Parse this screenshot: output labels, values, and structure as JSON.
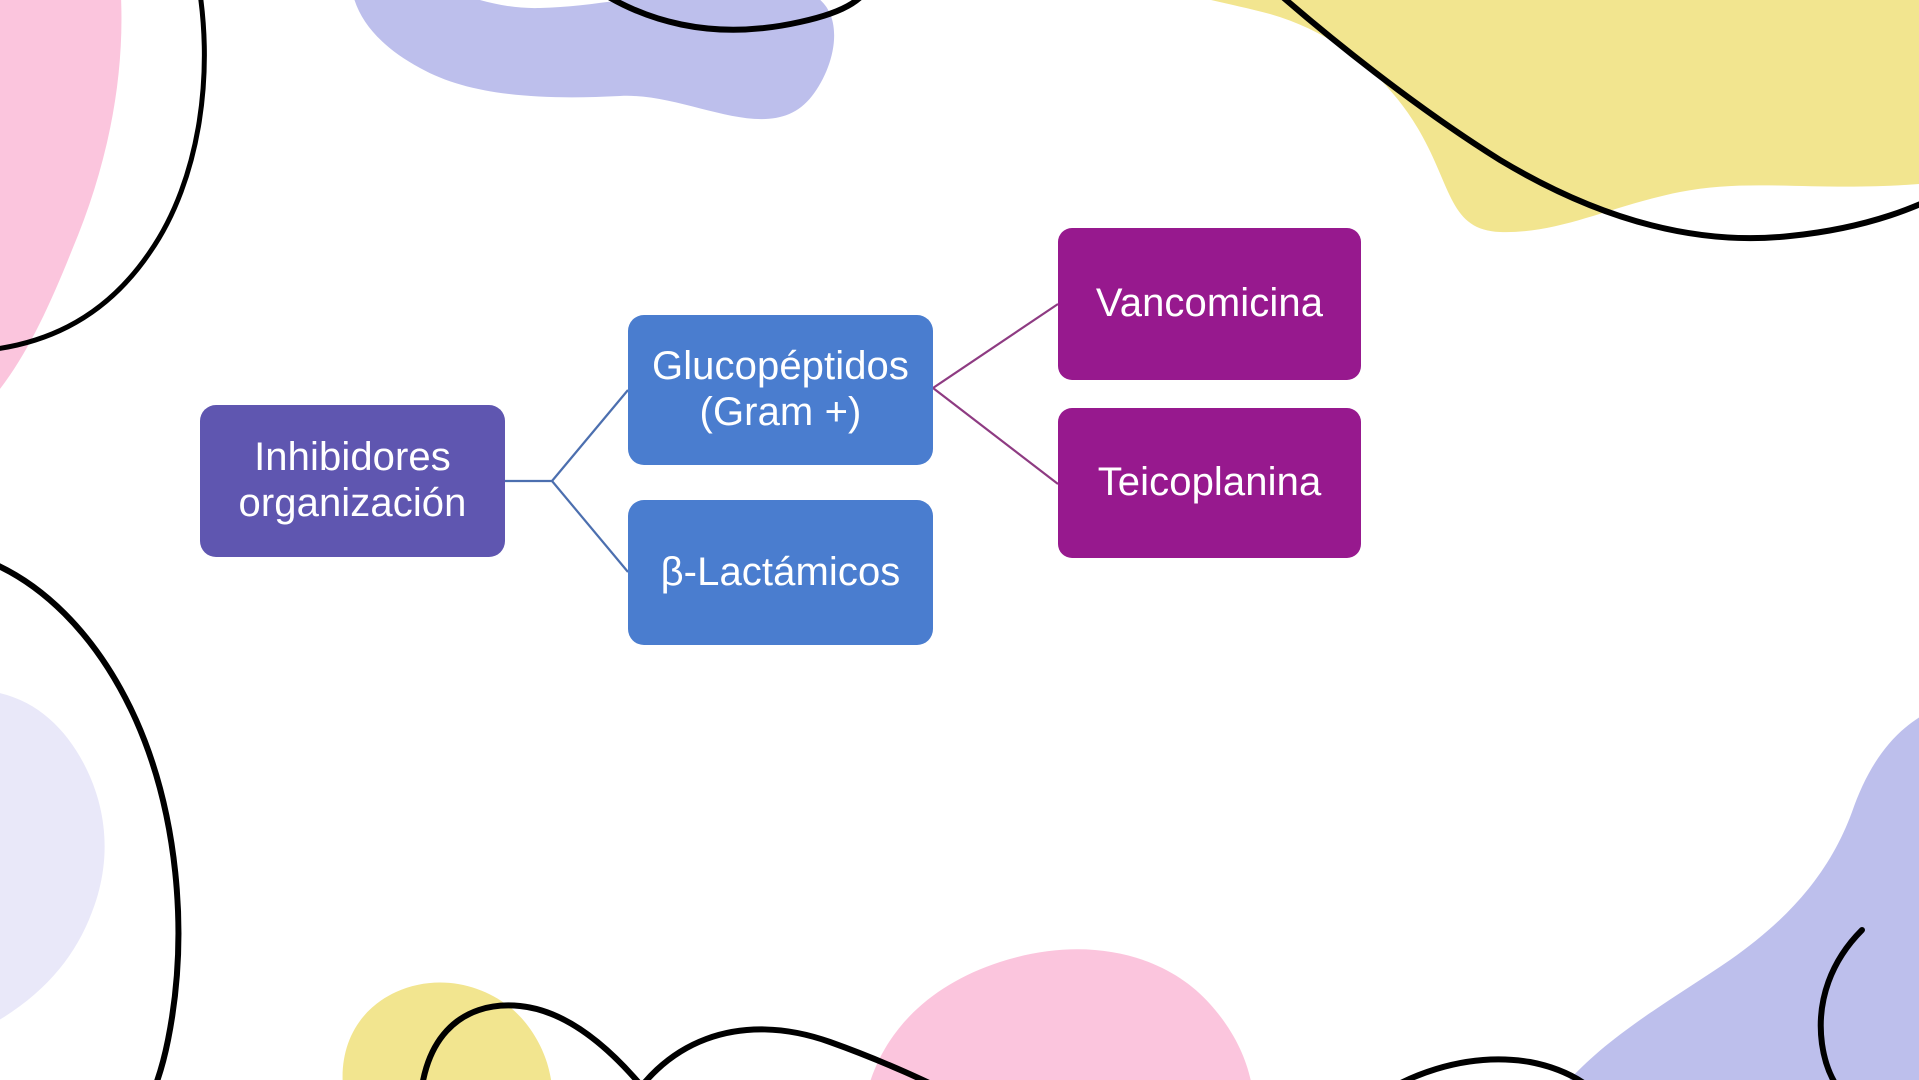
{
  "diagram": {
    "type": "hierarchy-tree",
    "language": "es",
    "orientation": "left-to-right",
    "levels": 3,
    "background_color": "#FFFFFF",
    "colors": {
      "root": "#5F56B0",
      "mid": "#4A7DCF",
      "leaf": "#97198E",
      "connector_root_to_mid": "#4C6FAF",
      "connector_mid_to_leaf": "#8E3B82",
      "node_text": "#FFFFFF",
      "decor_pink": "#FBC5DD",
      "decor_periwinkle": "#BDBFEC",
      "decor_yellow": "#F2E58F",
      "decor_lavender_pale": "#E9E8F9",
      "decor_line": "#000000"
    },
    "nodes": {
      "root": {
        "id": "inhibidores-organizacion",
        "label": "Inhibidores\norganización",
        "label_plain": "Inhibidores organización",
        "level": 1,
        "color": "#5F56B0"
      },
      "mid": [
        {
          "id": "glucopeptidos",
          "label": "Glucopéptidos\n(Gram +)",
          "label_plain": "Glucopéptidos (Gram +)",
          "level": 2,
          "color": "#4A7DCF"
        },
        {
          "id": "beta-lactamicos",
          "label": "β-Lactámicos",
          "label_plain": "β-Lactámicos",
          "level": 2,
          "color": "#4A7DCF"
        }
      ],
      "leaf": [
        {
          "id": "vancomicina",
          "label": "Vancomicina",
          "label_plain": "Vancomicina",
          "level": 3,
          "color": "#97198E"
        },
        {
          "id": "teicoplanina",
          "label": "Teicoplanina",
          "label_plain": "Teicoplanina",
          "level": 3,
          "color": "#97198E"
        }
      ]
    },
    "edges": [
      {
        "from": "inhibidores-organizacion",
        "to": "glucopeptidos"
      },
      {
        "from": "inhibidores-organizacion",
        "to": "beta-lactamicos"
      },
      {
        "from": "glucopeptidos",
        "to": "vancomicina"
      },
      {
        "from": "glucopeptidos",
        "to": "teicoplanina"
      }
    ]
  },
  "decor": {
    "shapes": [
      {
        "name": "pink-blob-top-left",
        "color": "#FBC5DD"
      },
      {
        "name": "periwinkle-blob-top-center",
        "color": "#BDBFEC"
      },
      {
        "name": "yellow-blob-top-right",
        "color": "#F2E58F"
      },
      {
        "name": "lavender-blob-bottom-left",
        "color": "#E9E8F9"
      },
      {
        "name": "yellow-blob-bottom-center",
        "color": "#F2E58F"
      },
      {
        "name": "pink-blob-bottom-right",
        "color": "#FBC5DD"
      },
      {
        "name": "periwinkle-blob-bottom-right",
        "color": "#BDBFEC"
      },
      {
        "name": "black-curve-top-left",
        "color": "#000000"
      },
      {
        "name": "black-curve-top-center",
        "color": "#000000"
      },
      {
        "name": "black-curve-top-right",
        "color": "#000000"
      },
      {
        "name": "black-curve-bottom-left",
        "color": "#000000"
      },
      {
        "name": "black-curve-bottom-center",
        "color": "#000000"
      },
      {
        "name": "black-curve-bottom-right",
        "color": "#000000"
      }
    ]
  }
}
